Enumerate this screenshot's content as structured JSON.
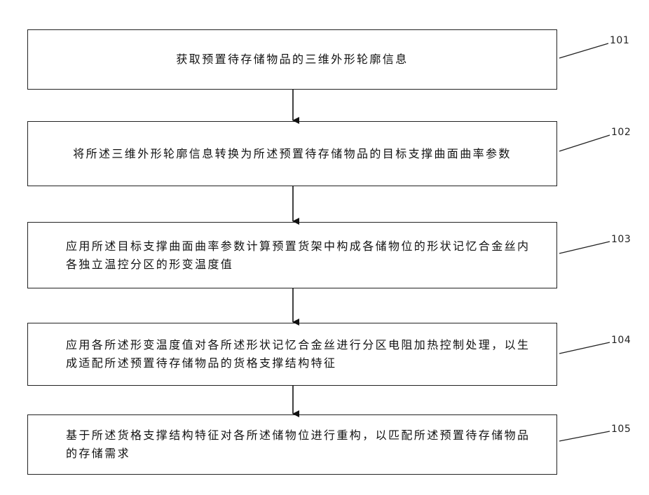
{
  "steps": [
    {
      "id": "101",
      "text": "获取预置待存储物品的三维外形轮廓信息"
    },
    {
      "id": "102",
      "text": "将所述三维外形轮廓信息转换为所述预置待存储物品的目标支撑曲面曲率参数"
    },
    {
      "id": "103",
      "text": "应用所述目标支撑曲面曲率参数计算预置货架中构成各储物位的形状记忆合金丝内各独立温控分区的形变温度值"
    },
    {
      "id": "104",
      "text": "应用各所述形变温度值对各所述形状记忆合金丝进行分区电阻加热控制处理，以生成适配所述预置待存储物品的货格支撑结构特征"
    },
    {
      "id": "105",
      "text": "基于所述货格支撑结构特征对各所述储物位进行重构，以匹配所述预置待存储物品的存储需求"
    }
  ]
}
